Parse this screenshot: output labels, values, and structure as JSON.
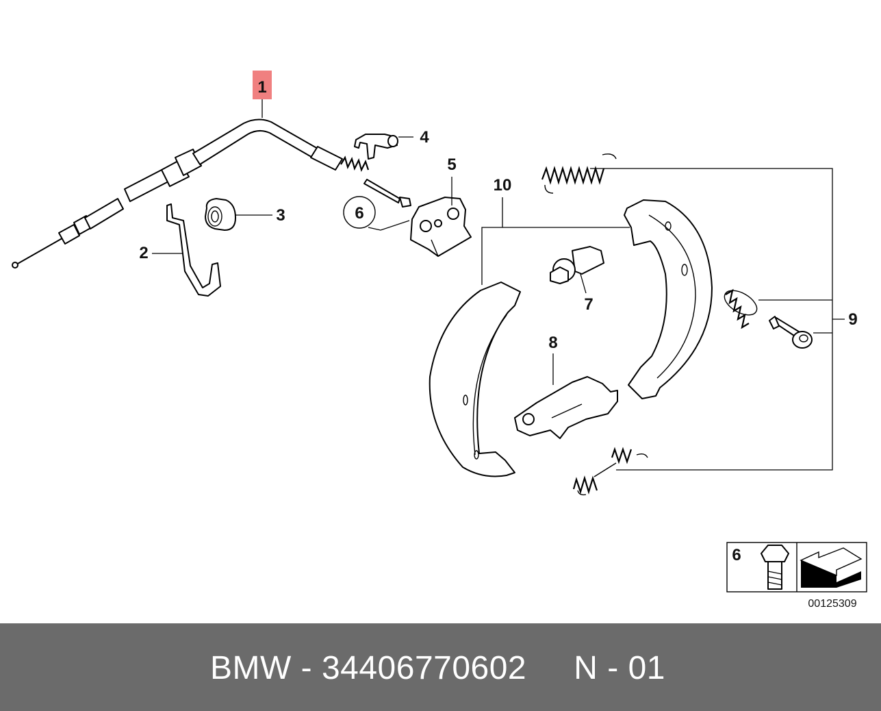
{
  "diagram": {
    "labels": {
      "p1": "1",
      "p2": "2",
      "p3": "3",
      "p4": "4",
      "p5": "5",
      "p6": "6",
      "p7": "7",
      "p8": "8",
      "p9": "9",
      "p10": "10"
    },
    "highlight_color": "#f08080",
    "legend": {
      "label": "6",
      "code": "00125309"
    }
  },
  "footer": {
    "text": "BMW - 34406770602     N - 01",
    "background": "#6b6b6b"
  }
}
